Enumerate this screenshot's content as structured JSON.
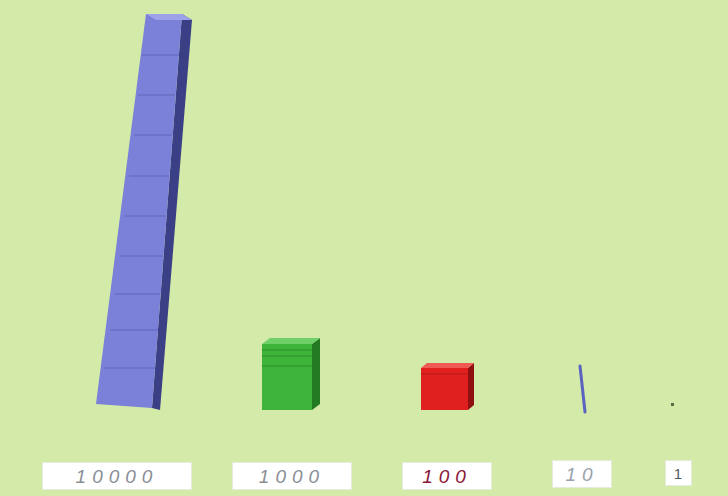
{
  "diagram": {
    "nodes": [
      {
        "text": [
          "10000"
        ]
      },
      {
        "text": [
          "1000"
        ]
      },
      {
        "text": [
          "100"
        ]
      },
      {
        "text": [
          "10"
        ]
      },
      {
        "text": [
          "1"
        ]
      }
    ]
  }
}
